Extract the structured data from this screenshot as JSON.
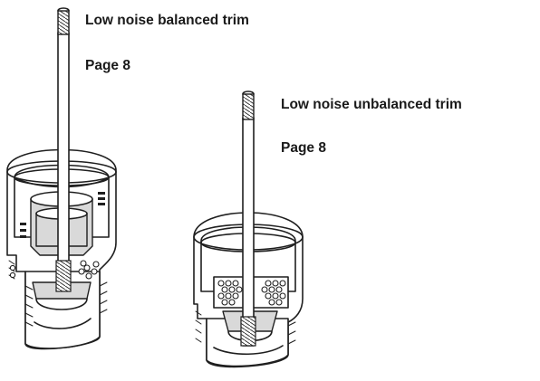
{
  "colors": {
    "line": "#1f1f1f",
    "section_fill": "#d9d9d9",
    "background": "#ffffff"
  },
  "trims": [
    {
      "title": "Low noise balanced trim",
      "page": "Page 8"
    },
    {
      "title": "Low noise unbalanced trim",
      "page": "Page 8"
    }
  ]
}
